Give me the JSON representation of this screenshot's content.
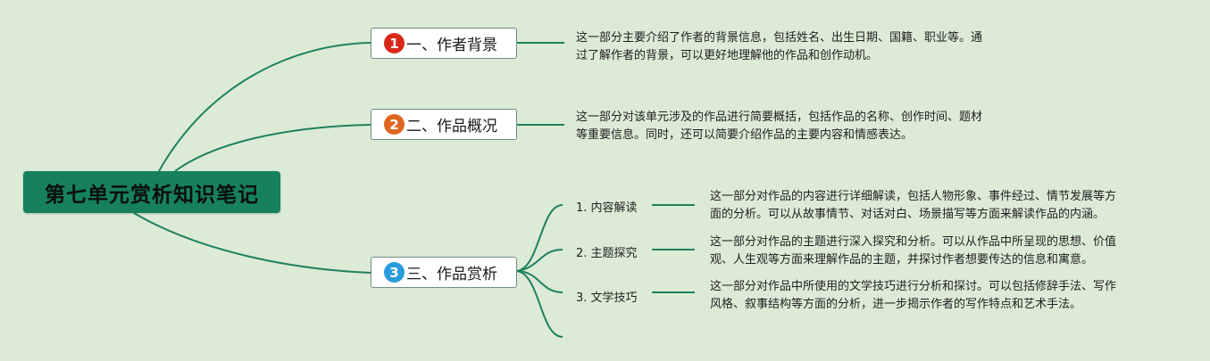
{
  "root": {
    "title": "第七单元赏析知识笔记"
  },
  "colors": {
    "background": "#dcebd5",
    "root": "#17805f",
    "line": "#1f8060",
    "badge_1": "#d9281a",
    "badge_2": "#e0661f",
    "badge_3": "#2a9bdc"
  },
  "branches": [
    {
      "badge": "1",
      "label": "一、作者背景",
      "desc": "这一部分主要介绍了作者的背景信息，包括姓名、出生日期、国籍、职业等。通\n过了解作者的背景，可以更好地理解他的作品和创作动机。"
    },
    {
      "badge": "2",
      "label": "二、作品概况",
      "desc": "这一部分对该单元涉及的作品进行简要概括，包括作品的名称、创作时间、题材\n等重要信息。同时，还可以简要介绍作品的主要内容和情感表达。"
    },
    {
      "badge": "3",
      "label": "三、作品赏析",
      "children": [
        {
          "label": "1. 内容解读",
          "desc": "这一部分对作品的内容进行详细解读，包括人物形象、事件经过、情节发展等方\n面的分析。可以从故事情节、对话对白、场景描写等方面来解读作品的内涵。"
        },
        {
          "label": "2. 主题探究",
          "desc": "这一部分对作品的主题进行深入探究和分析。可以从作品中所呈现的思想、价值\n观、人生观等方面来理解作品的主题，并探讨作者想要传达的信息和寓意。"
        },
        {
          "label": "3. 文学技巧",
          "desc": "这一部分对作品中所使用的文学技巧进行分析和探讨。可以包括修辞手法、写作\n风格、叙事结构等方面的分析，进一步揭示作者的写作特点和艺术手法。"
        }
      ]
    }
  ]
}
